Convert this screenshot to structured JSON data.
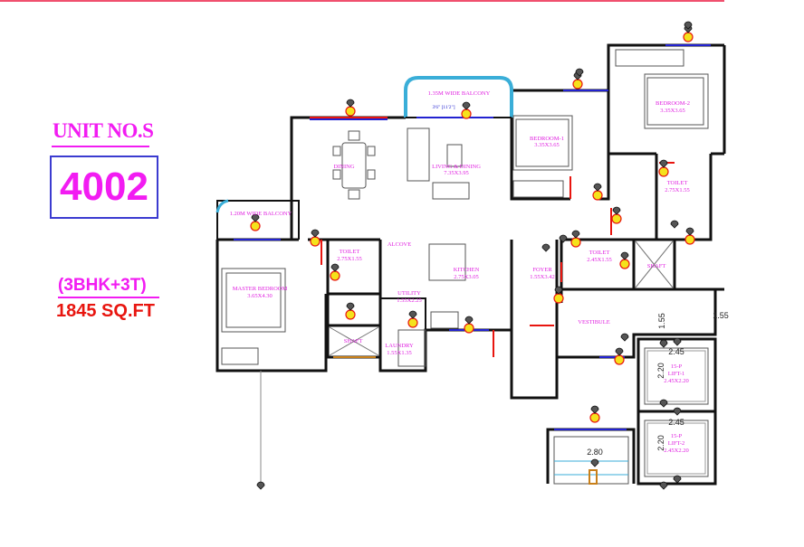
{
  "unit": {
    "heading": "UNIT NO.S",
    "number": "4002",
    "configuration": "(3BHK+3T)",
    "area": "1845 SQ.FT"
  },
  "colors": {
    "magenta": "#f21cf2",
    "red": "#e8150f",
    "blue_box": "#3b3bd0",
    "wall": "#111111"
  },
  "rooms": {
    "balcony_135": "1.35M WIDE BALCONY",
    "dining": "DINING",
    "living": "LIVING & DINING",
    "living_size": "7.35X3.95",
    "bedroom1": "BEDROOM-1",
    "bedroom1_size": "3.35X3.65",
    "bedroom2": "BEDROOM-2",
    "bedroom2_size": "3.35X3.65",
    "toilet_b2": "TOILET",
    "toilet_b2_size": "2.75X1.55",
    "balcony_120": "1.20M WIDE BALCONY",
    "master": "MASTER BEDROOM",
    "master_size": "3.65X4.30",
    "toilet_m": "TOILET",
    "toilet_m_size": "2.75X1.55",
    "alcove": "ALCOVE",
    "kitchen": "KITCHEN",
    "kitchen_size": "2.75X3.05",
    "utility": "UTILITY",
    "utility_size": "1.55X2.25",
    "laundry": "LAUNDRY",
    "laundry_size": "1.55X1.35",
    "shaft1": "SHAFT",
    "foyer": "FOYER",
    "foyer_size": "1.55X3.42",
    "toilet_f": "TOILET",
    "toilet_f_size": "2.45X1.55",
    "shaft2": "SHAFT",
    "vestibule": "VESTIBULE",
    "lift1_cap": "15-P",
    "lift1": "LIFT-1",
    "lift1_size": "2.45X2.20",
    "lift2_cap": "15-P",
    "lift2": "LIFT-2",
    "lift2_size": "2.45X2.20"
  },
  "dimensions": {
    "vest_h": "1.55",
    "vest_h2": "1.55",
    "lift1_w": "2.45",
    "lift1_h": "2.20",
    "lift2_w": "2.45",
    "lift2_h": "2.20",
    "stair_w": "2.80",
    "bal_dim": "3'6\" [11'2\"]"
  }
}
